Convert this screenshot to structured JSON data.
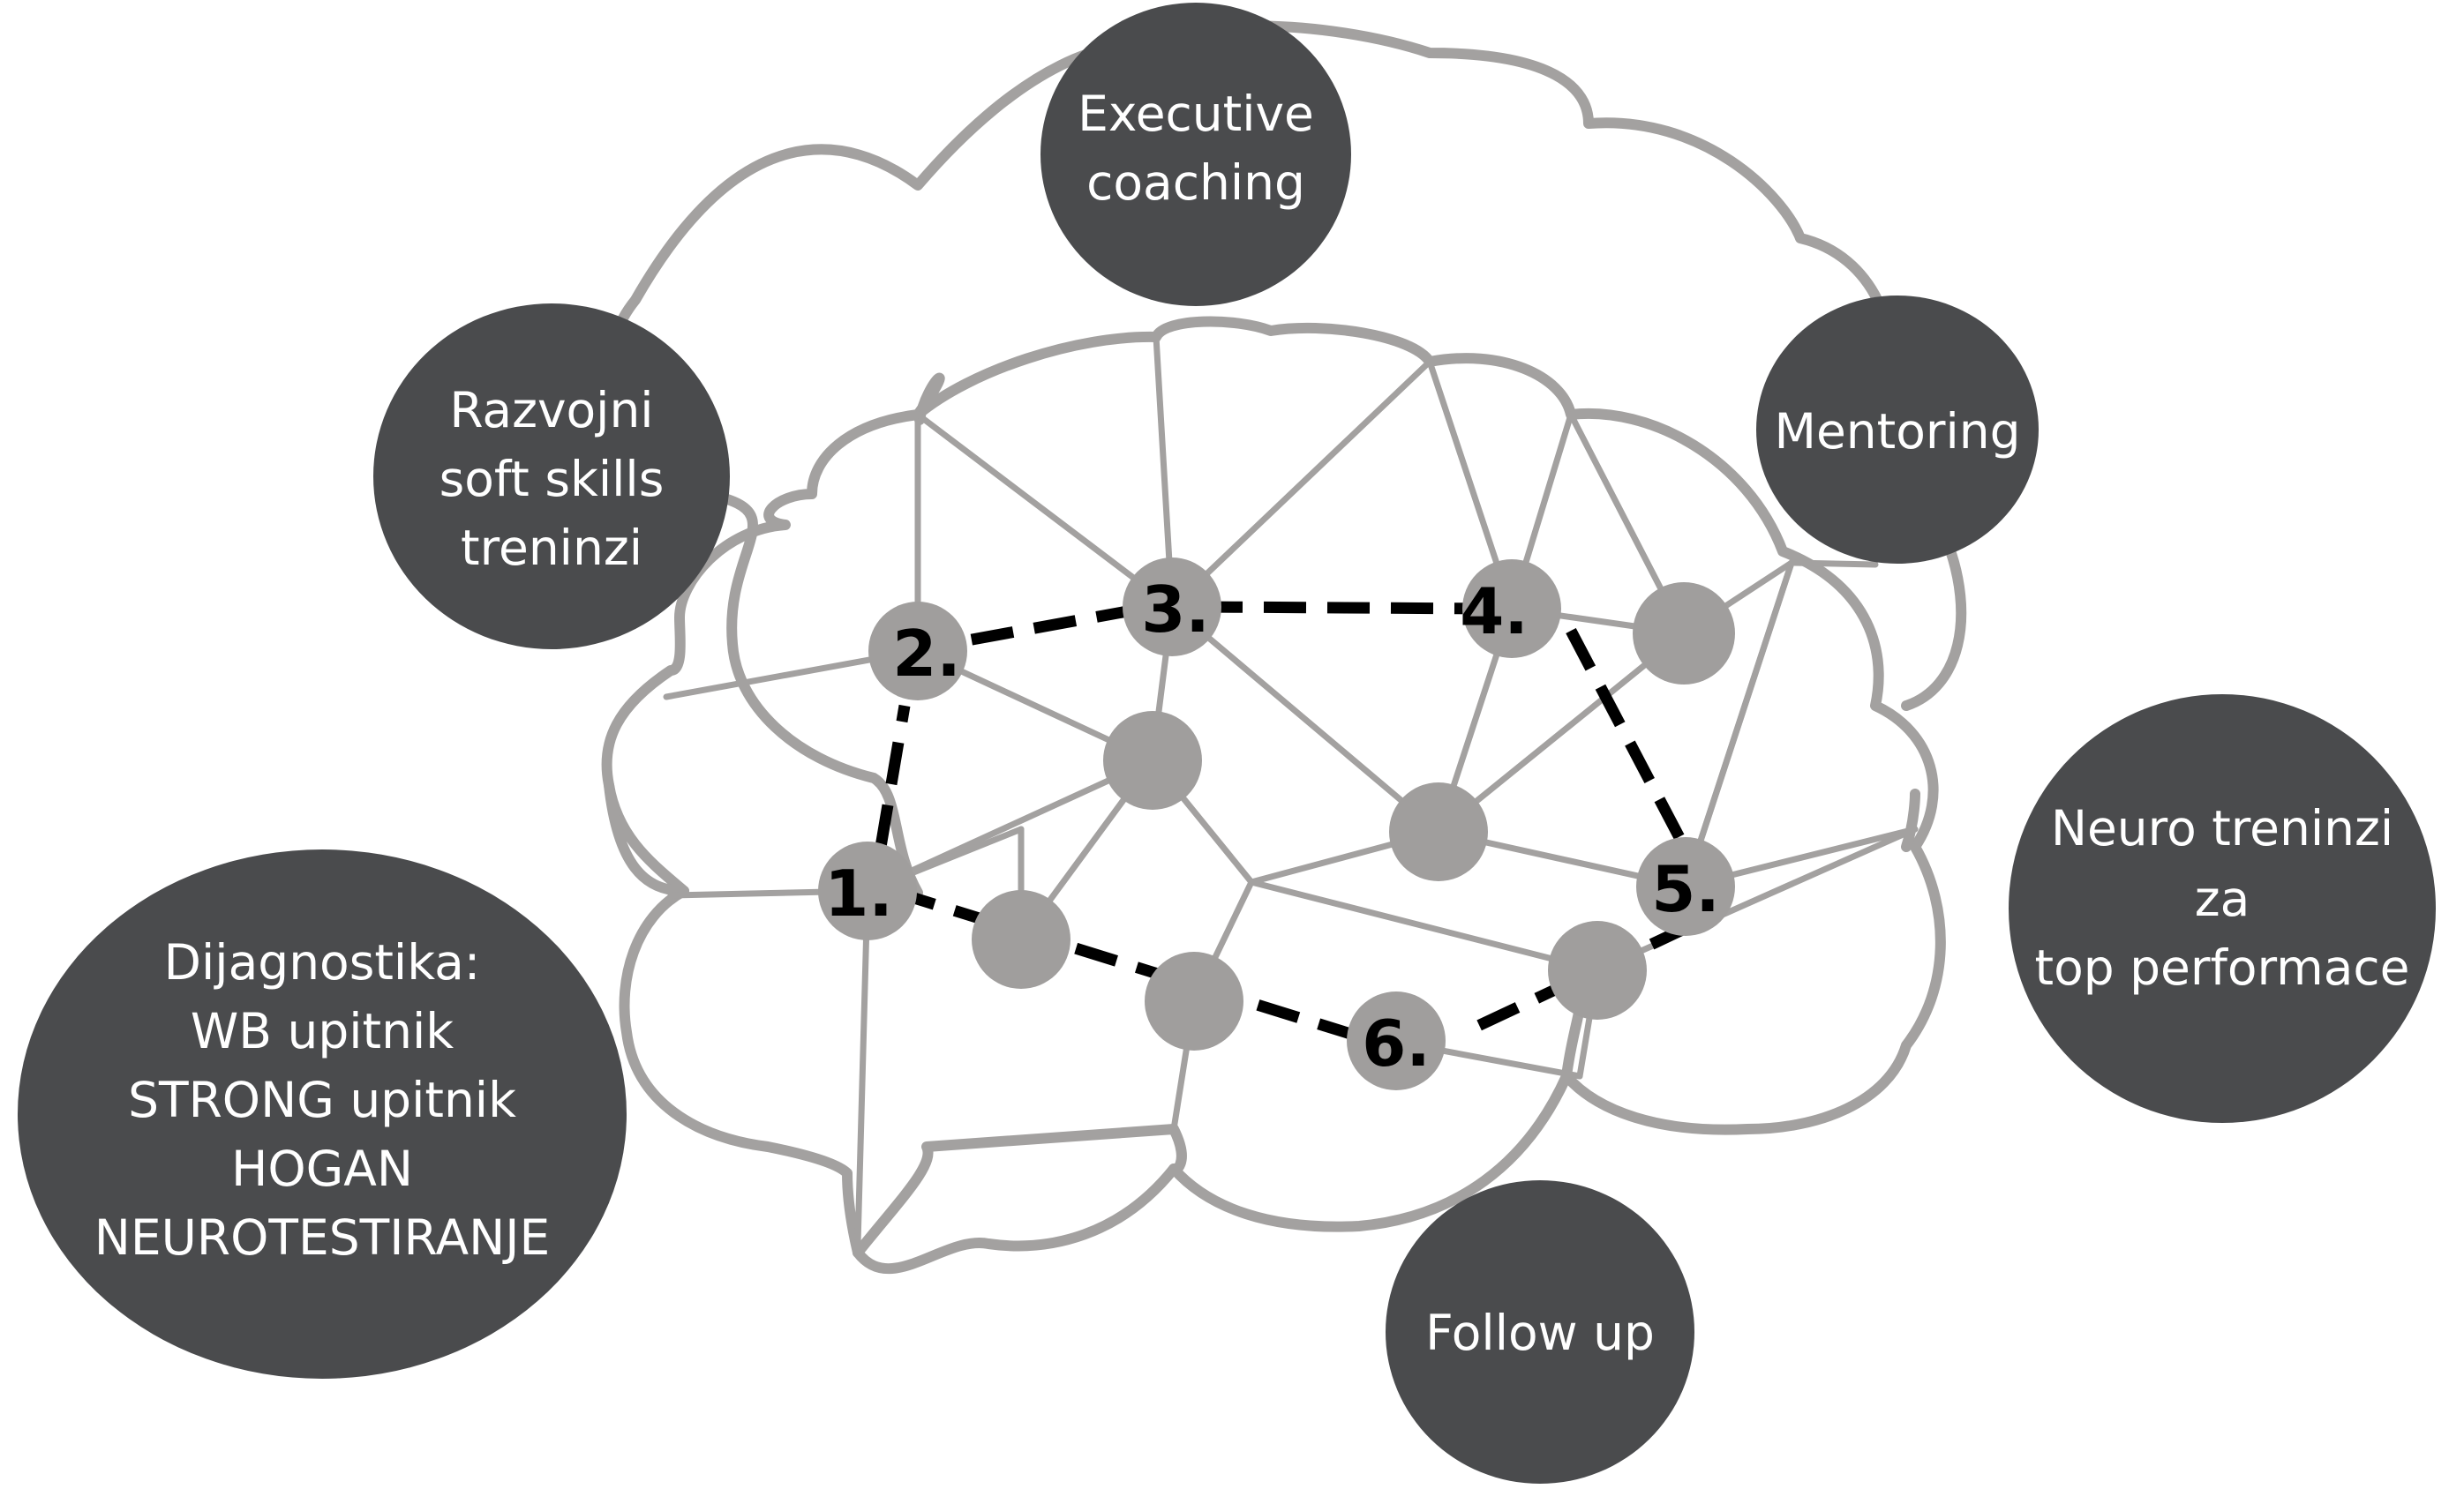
{
  "bubbles": [
    {
      "id": "executive-coaching",
      "lines": [
        "Executive",
        "coaching"
      ]
    },
    {
      "id": "razvojni",
      "lines": [
        "Razvojni",
        "soft skills",
        "treninzi"
      ]
    },
    {
      "id": "mentoring",
      "lines": [
        "Mentoring"
      ]
    },
    {
      "id": "neuro-treninzi",
      "lines": [
        "Neuro treninzi",
        "za",
        "top performace"
      ]
    },
    {
      "id": "dijagnostika",
      "lines": [
        "Dijagnostika:",
        "WB upitnik",
        "STRONG upitnik",
        "HOGAN",
        "NEUROTESTIRANJE"
      ]
    },
    {
      "id": "follow-up",
      "lines": [
        "Follow up"
      ]
    }
  ],
  "steps": [
    "1.",
    "2.",
    "3.",
    "4.",
    "5.",
    "6."
  ],
  "colors": {
    "bubble": "#4a4b4d",
    "node": "#a09e9d",
    "outline": "#a3a1a0",
    "path": "#000000",
    "background": "#ffffff"
  }
}
